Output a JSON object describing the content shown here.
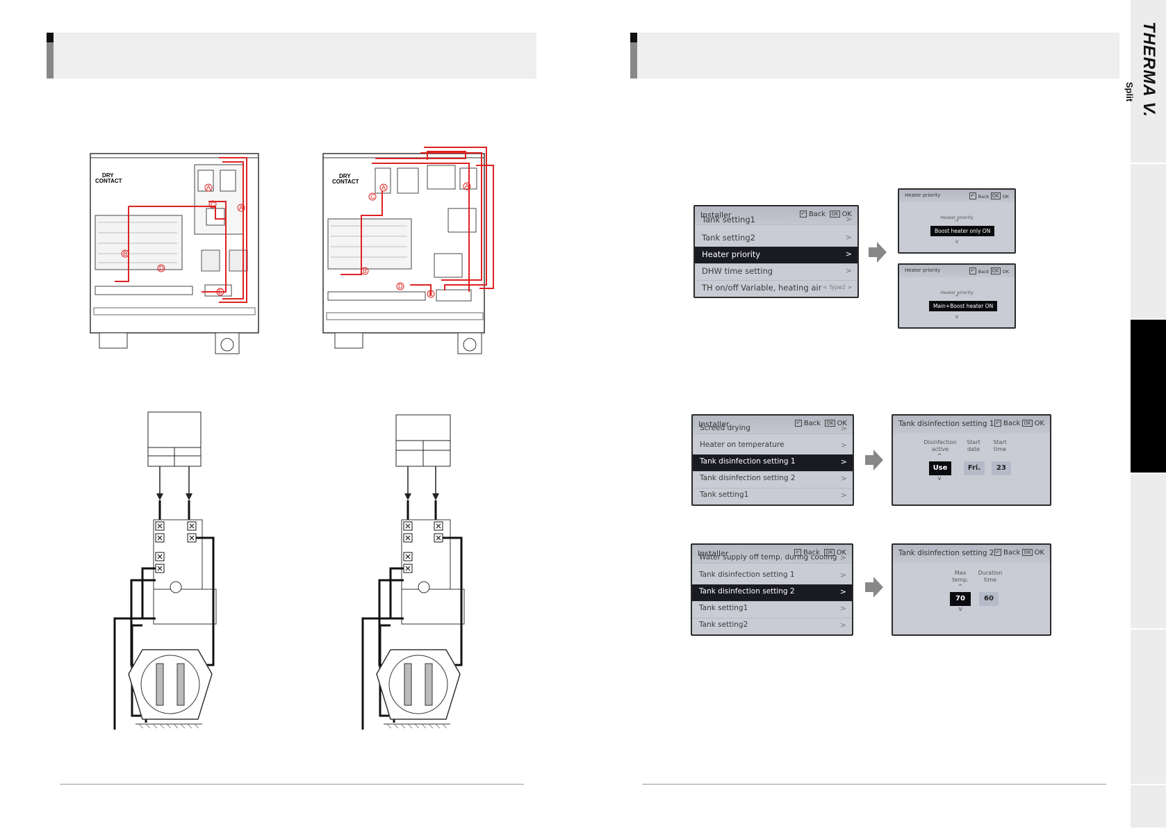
{
  "brand": {
    "name": "THERMA V.",
    "sub": "Split"
  },
  "diagram_labels": {
    "dry_contact": [
      "DRY",
      "CONTACT"
    ],
    "markers": [
      "A",
      "C",
      "A",
      "B",
      "D",
      "E"
    ]
  },
  "screens": {
    "installer_1": {
      "title": "Installer",
      "back": "Back",
      "ok": "OK",
      "rows": [
        {
          "label": "Tank setting1",
          "chev": ">"
        },
        {
          "label": "Tank setting2",
          "chev": ">"
        },
        {
          "label": "Heater priority",
          "chev": ">",
          "selected": true
        },
        {
          "label": "DHW time setting",
          "chev": ">"
        },
        {
          "label": "TH on/off Variable, heating air",
          "chev": "< Type2 >"
        }
      ]
    },
    "heater_priority_a": {
      "title": "Heater priority",
      "back": "Back",
      "ok": "OK",
      "label": "Heater priority",
      "value": "Boost heater only ON"
    },
    "heater_priority_b": {
      "title": "Heater priority",
      "back": "Back",
      "ok": "OK",
      "label": "Heater priority",
      "value": "Main+Boost heater ON"
    },
    "installer_2": {
      "title": "Installer",
      "back": "Back",
      "ok": "OK",
      "rows": [
        {
          "label": "Screed drying",
          "chev": ">"
        },
        {
          "label": "Heater on temperature",
          "chev": ">"
        },
        {
          "label": "Tank disinfection setting 1",
          "chev": ">",
          "selected": true
        },
        {
          "label": "Tank disinfection setting 2",
          "chev": ">"
        },
        {
          "label": "Tank setting1",
          "chev": ">"
        }
      ]
    },
    "disinfection_1": {
      "title": "Tank disinfection setting 1",
      "back": "Back",
      "ok": "OK",
      "cols": [
        {
          "label": "Disinfection active",
          "value": "Use"
        },
        {
          "label": "Start date",
          "value": "Fri."
        },
        {
          "label": "Start time",
          "value": "23"
        }
      ]
    },
    "installer_3": {
      "title": "Installer",
      "back": "Back",
      "ok": "OK",
      "rows": [
        {
          "label": "Water supply off temp. during cooling",
          "chev": ">"
        },
        {
          "label": "Tank disinfection setting 1",
          "chev": ">"
        },
        {
          "label": "Tank disinfection setting 2",
          "chev": ">",
          "selected": true
        },
        {
          "label": "Tank setting1",
          "chev": ">"
        },
        {
          "label": "Tank setting2",
          "chev": ">"
        }
      ]
    },
    "disinfection_2": {
      "title": "Tank disinfection setting 2",
      "back": "Back",
      "ok": "OK",
      "cols": [
        {
          "label": "Max temp.",
          "value": "70"
        },
        {
          "label": "Duration time",
          "value": "60"
        }
      ]
    }
  }
}
